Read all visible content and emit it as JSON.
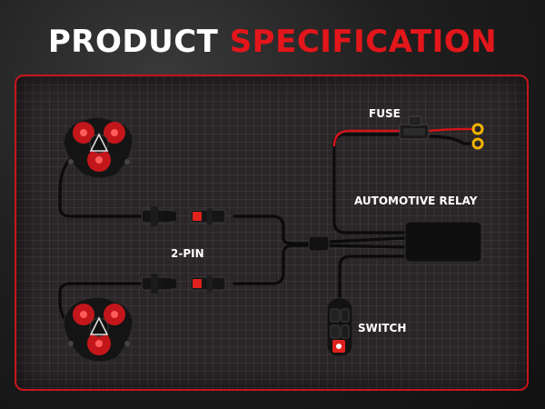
{
  "title": {
    "part1": "PRODUCT",
    "part2": "SPECIFICATION"
  },
  "labels": {
    "fuse": "FUSE",
    "relay": "AUTOMOTIVE RELAY",
    "pin": "2-PIN",
    "switch": "SWITCH"
  },
  "colors": {
    "accent": "#e3161b",
    "border": "#c4161c",
    "terminal": "#f0b400"
  }
}
